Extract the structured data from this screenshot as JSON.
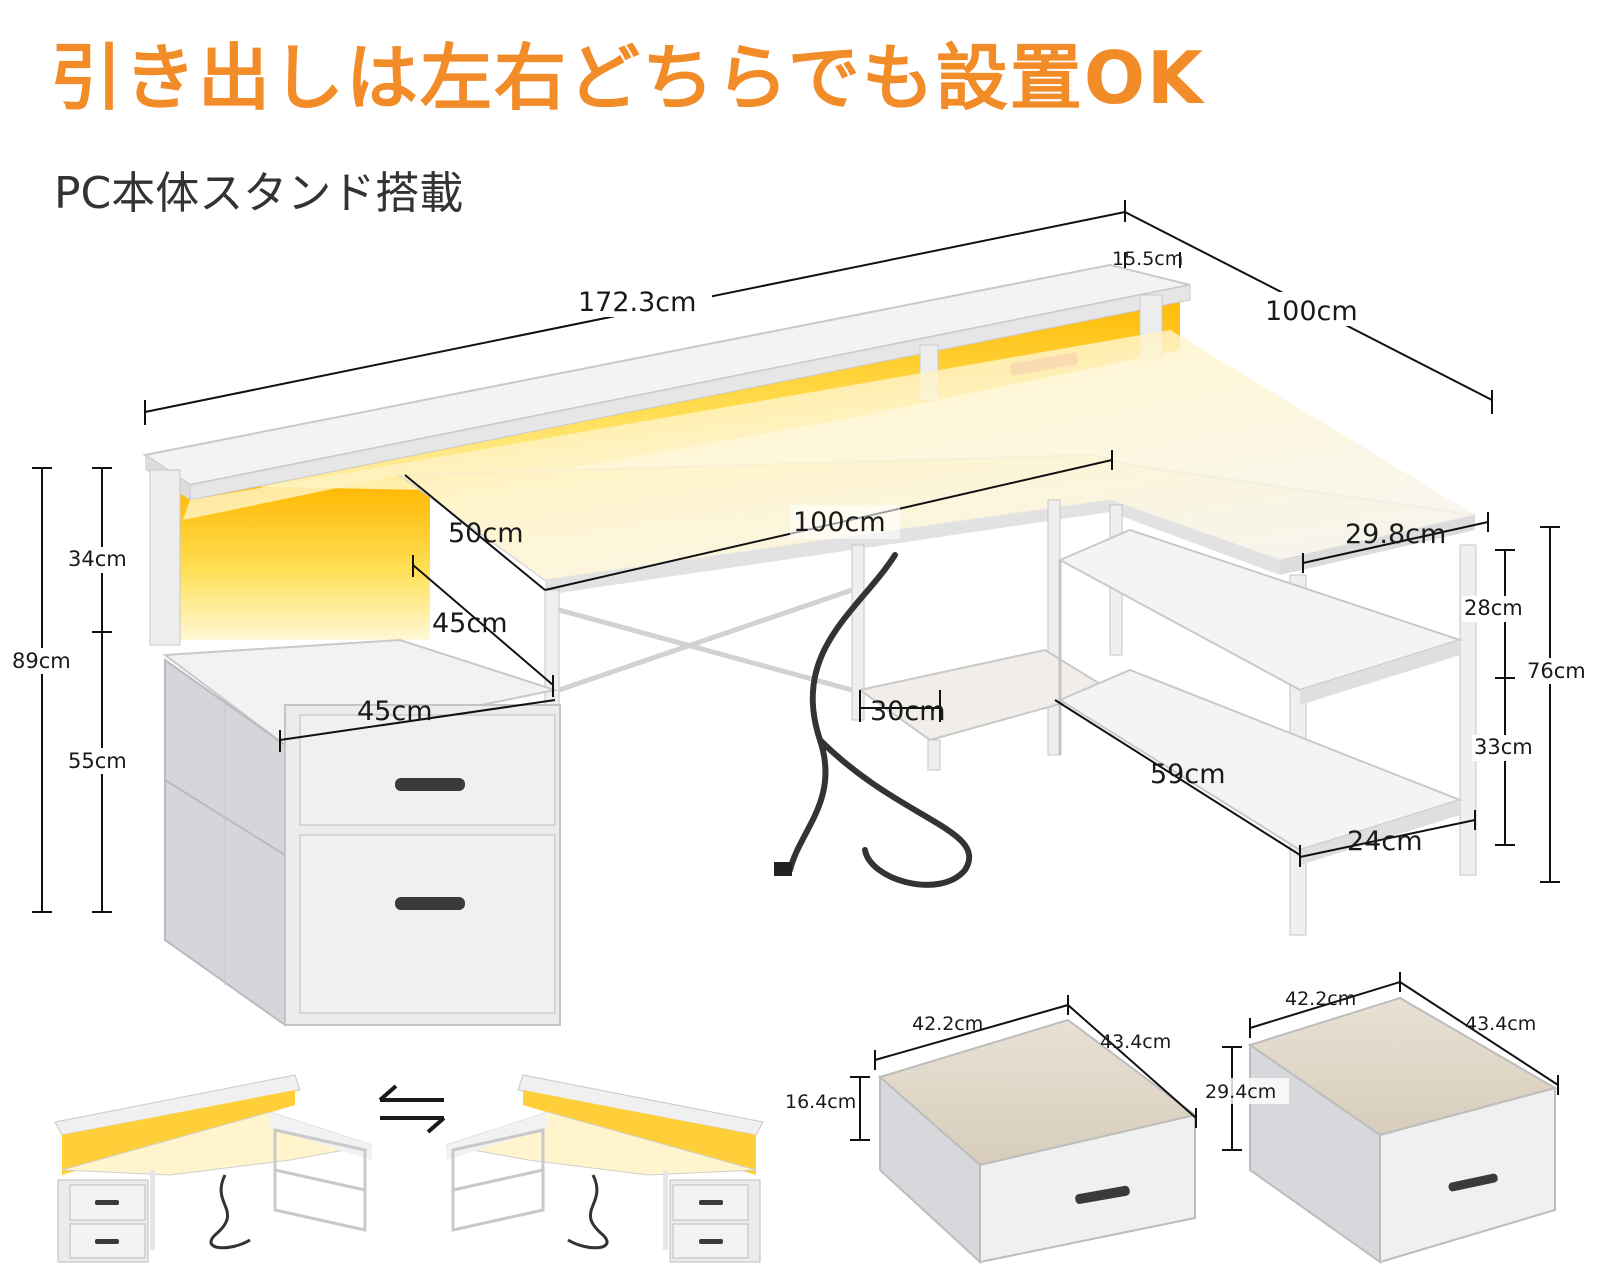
{
  "headline": {
    "text": "引き出しは左右どちらでも設置OK",
    "color": "#F28C28"
  },
  "subhead": {
    "text": "PC本体スタンド搭載"
  },
  "desk_dimensions": {
    "total_width": "172.3cm",
    "side_length": "100cm",
    "hutch_depth": "15.5cm",
    "front_span": "100cm",
    "main_depth": "50cm",
    "cabinet_depth": "45cm",
    "cabinet_width": "45cm",
    "shelf_depth": "29.8cm",
    "cpu_stand_width": "30cm",
    "shelf_width": "59cm",
    "shelf_inner_depth": "24cm",
    "total_height": "89cm",
    "hutch_height": "34cm",
    "desk_height_left": "55cm",
    "desk_height_right": "76cm",
    "upper_shelf_gap": "28cm",
    "lower_shelf_gap": "33cm"
  },
  "drawers": {
    "small": {
      "width": "42.2cm",
      "depth": "43.4cm",
      "height": "16.4cm"
    },
    "large": {
      "width": "42.2cm",
      "depth": "43.4cm",
      "height": "29.4cm"
    }
  },
  "swap_icon": "reverse-arrows-icon",
  "colors": {
    "light_glow": "#FFC21A",
    "desk_white": "#F1F1F1",
    "fabric_gray": "#D4D6DA",
    "cord": "#333333"
  }
}
